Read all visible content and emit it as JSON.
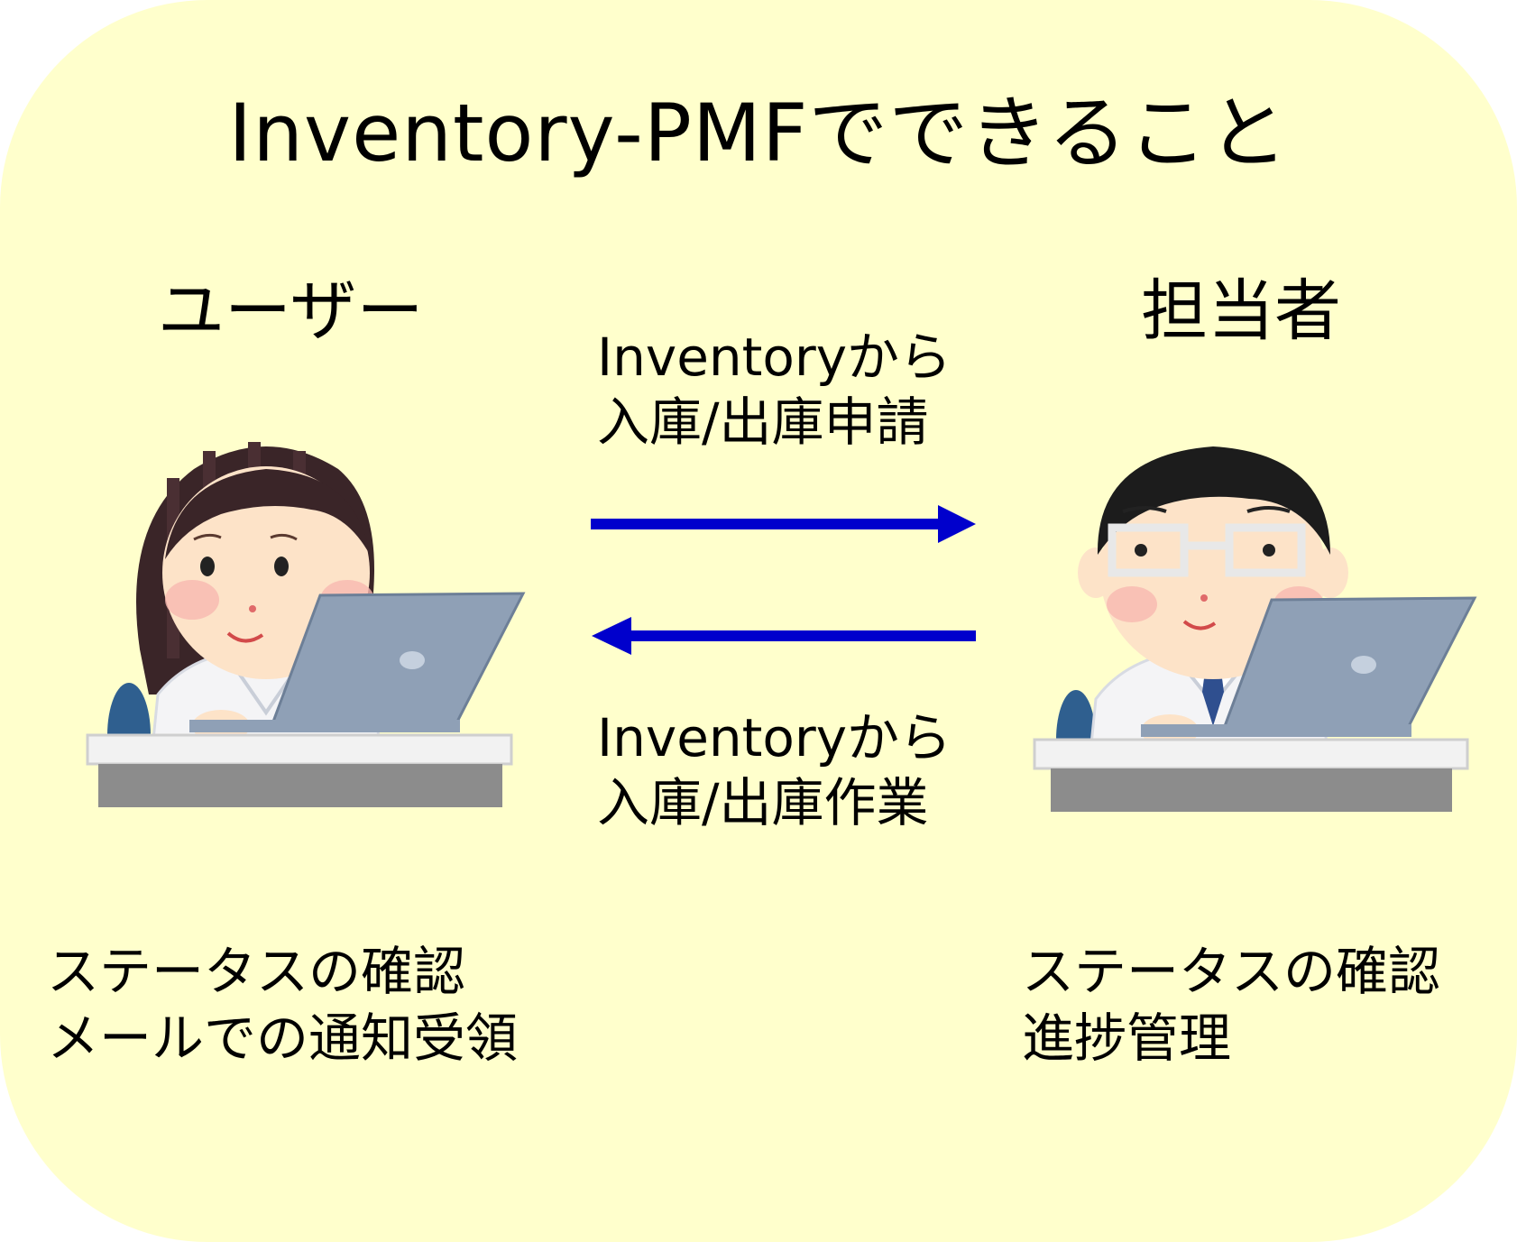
{
  "title": "Inventory-PMFでできること",
  "roles": {
    "user": "ユーザー",
    "staff": "担当者"
  },
  "actions": {
    "top": [
      "Inventoryから",
      "入庫/出庫申請"
    ],
    "bottom": [
      "Inventoryから",
      "入庫/出庫作業"
    ]
  },
  "capabilities": {
    "user": [
      "ステータスの確認",
      "メールでの通知受領"
    ],
    "staff": [
      "ステータスの確認",
      "進捗管理"
    ]
  },
  "colors": {
    "background": "#ffffcc",
    "arrow": "#0000cc"
  }
}
